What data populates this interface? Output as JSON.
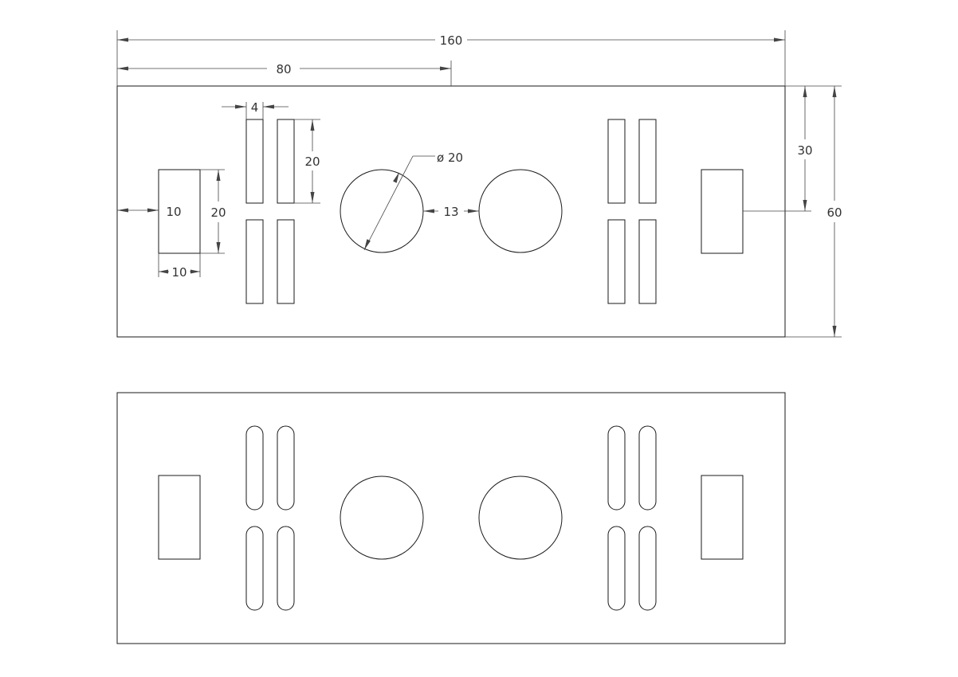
{
  "dimensions": {
    "overall_width": "160",
    "half_width": "80",
    "slot_width": "4",
    "slot_height": "20",
    "hole_diameter": "ø 20",
    "hole_gap": "13",
    "rect_offset_left": "10",
    "rect_height": "20",
    "rect_width": "10",
    "rect_center_height": "30",
    "overall_height": "60"
  },
  "colors": {
    "line": "#1a1a1a",
    "dimension": "#444444"
  }
}
